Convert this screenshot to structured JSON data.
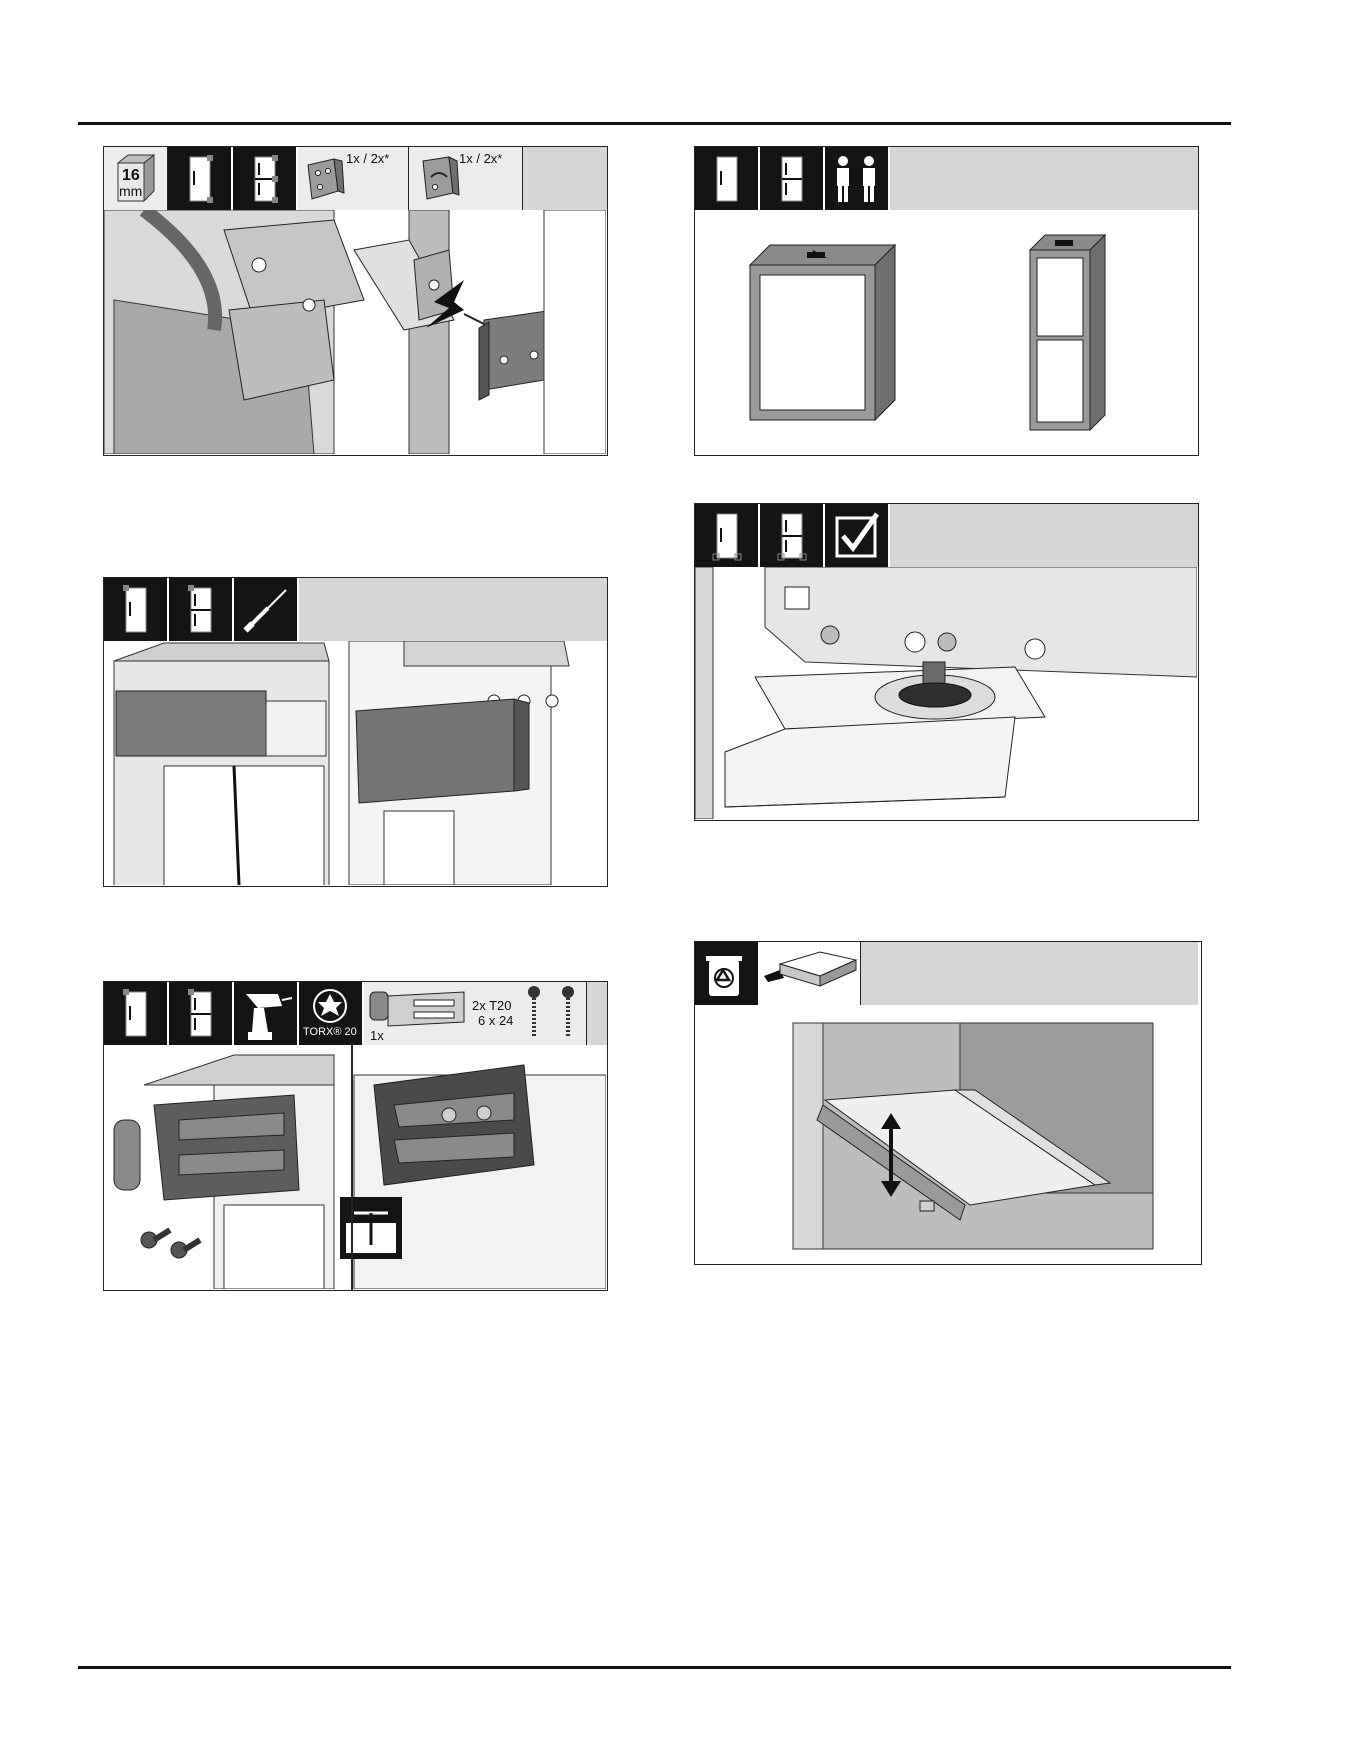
{
  "page": {
    "panels": {
      "hinge_cover": {
        "thickness_value": "16",
        "thickness_unit": "mm",
        "qty_left": "1x / 2x*",
        "qty_right": "1x / 2x*"
      },
      "remove_cover": {},
      "attach_bracket": {
        "torx_label": "TORX® 20",
        "part_qty": "1x",
        "screw_qty": "2x T20",
        "screw_size": "6 x 24"
      },
      "two_people": {},
      "adjust_feet": {},
      "dispose_plinth": {}
    },
    "icons": [
      "fridge-single-icon",
      "fridge-double-icon",
      "two-persons-icon",
      "checkmark-icon",
      "screwdriver-icon",
      "drill-icon",
      "torx-icon",
      "recycle-bin-icon",
      "screw-icon"
    ]
  }
}
